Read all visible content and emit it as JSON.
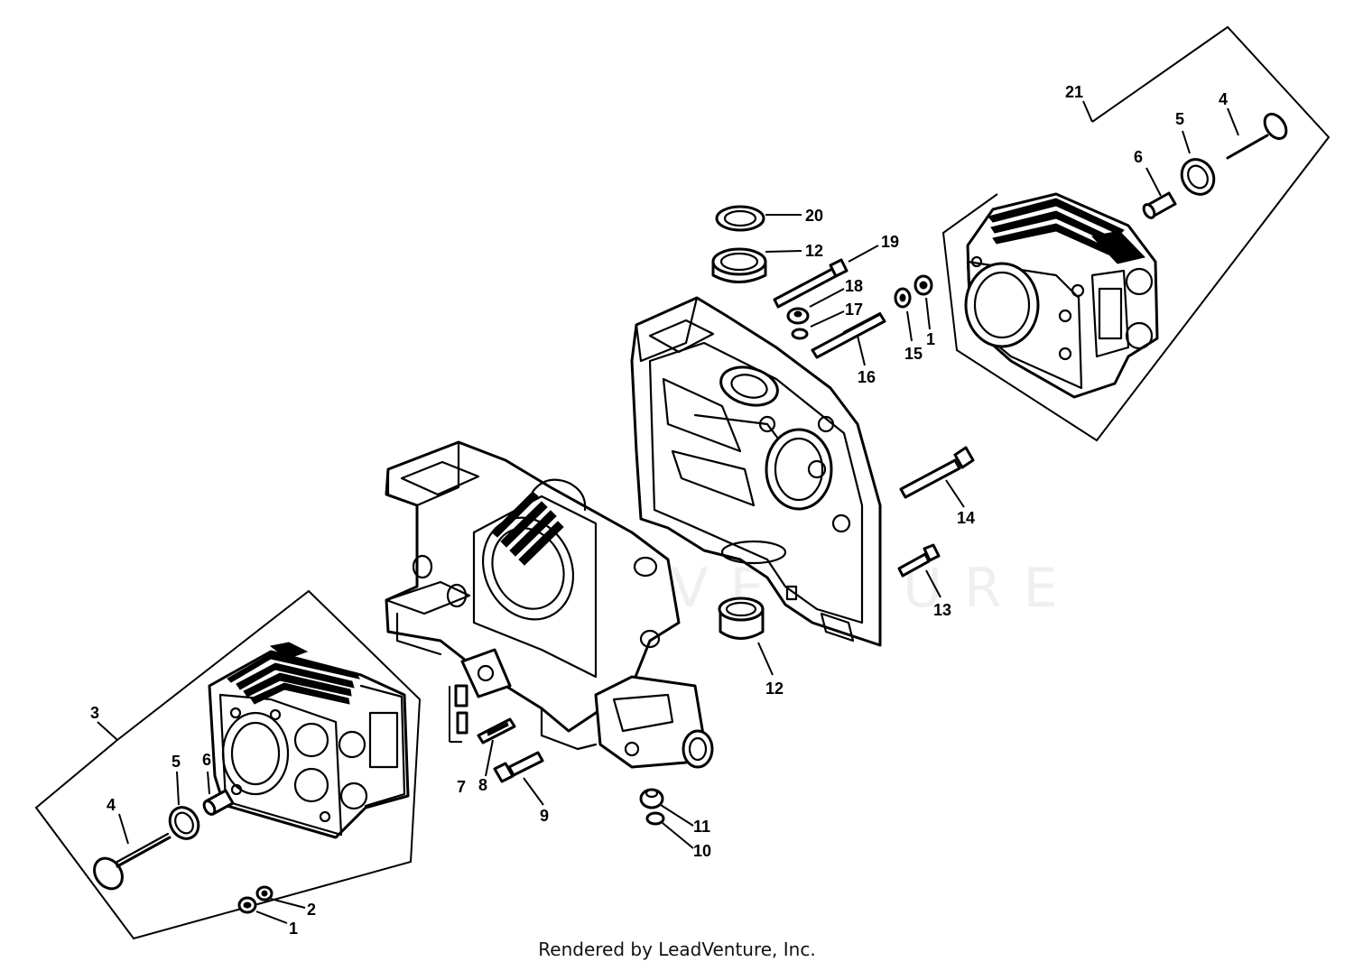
{
  "diagram": {
    "watermark": "LEADVENTURE",
    "credit": "Rendered by LeadVenture, Inc.",
    "callouts": {
      "c1a": "1",
      "c2": "2",
      "c3": "3",
      "c4a": "4",
      "c5a": "5",
      "c6a": "6",
      "c7": "7",
      "c8": "8",
      "c9": "9",
      "c10": "10",
      "c11": "11",
      "c12a": "12",
      "c12b": "12",
      "c13": "13",
      "c14": "14",
      "c15": "15",
      "c1b": "1",
      "c16": "16",
      "c17": "17",
      "c18": "18",
      "c19": "19",
      "c20": "20",
      "c21": "21",
      "c4b": "4",
      "c5b": "5",
      "c6b": "6"
    }
  }
}
